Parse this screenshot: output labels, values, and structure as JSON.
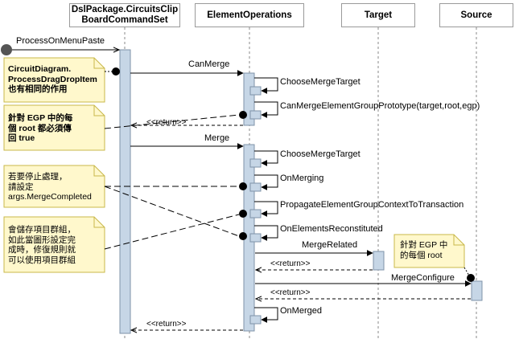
{
  "lifelines": [
    {
      "name": "DslPackage.CircuitsClip\nBoardCommandSet"
    },
    {
      "name": "ElementOperations"
    },
    {
      "name": "Target"
    },
    {
      "name": "Source"
    }
  ],
  "messages": {
    "process_on_menu_paste": "ProcessOnMenuPaste",
    "can_merge": "CanMerge",
    "choose_merge_target_1": "ChooseMergeTarget",
    "can_merge_egp": "CanMergeElementGroupPrototype(target,root,egp)",
    "return_1": "<<return>>",
    "merge": "Merge",
    "choose_merge_target_2": "ChooseMergeTarget",
    "on_merging": "OnMerging",
    "propagate": "PropagateElementGroupContextToTransaction",
    "on_elements_reconstituted": "OnElementsReconstituted",
    "merge_related": "MergeRelated",
    "return_2": "<<return>>",
    "merge_configure": "MergeConfigure",
    "return_3": "<<return>>",
    "on_merged": "OnMerged",
    "return_4": "<<return>>"
  },
  "notes": {
    "note1": "CircuitDiagram.\nProcessDragDropItem\n也有相同的作用",
    "note2": "針對 EGP 中的每\n個 root 都必須傳\n回 true",
    "note3": "若要停止處理，\n請設定\nargs.MergeCompleted",
    "note4": "會儲存項目群組，\n如此當圖形設定完\n成時，修復規則就\n可以使用項目群組",
    "note5": "針對 EGP 中\n的每個 root"
  },
  "colors": {
    "note_fill": "#fff8cc",
    "note_border": "#c8b84a",
    "activation_fill": "#c6d6e6",
    "activation_border": "#7f93a8",
    "lifeline": "#8a8a8a",
    "header_border": "#9a9a9a"
  }
}
